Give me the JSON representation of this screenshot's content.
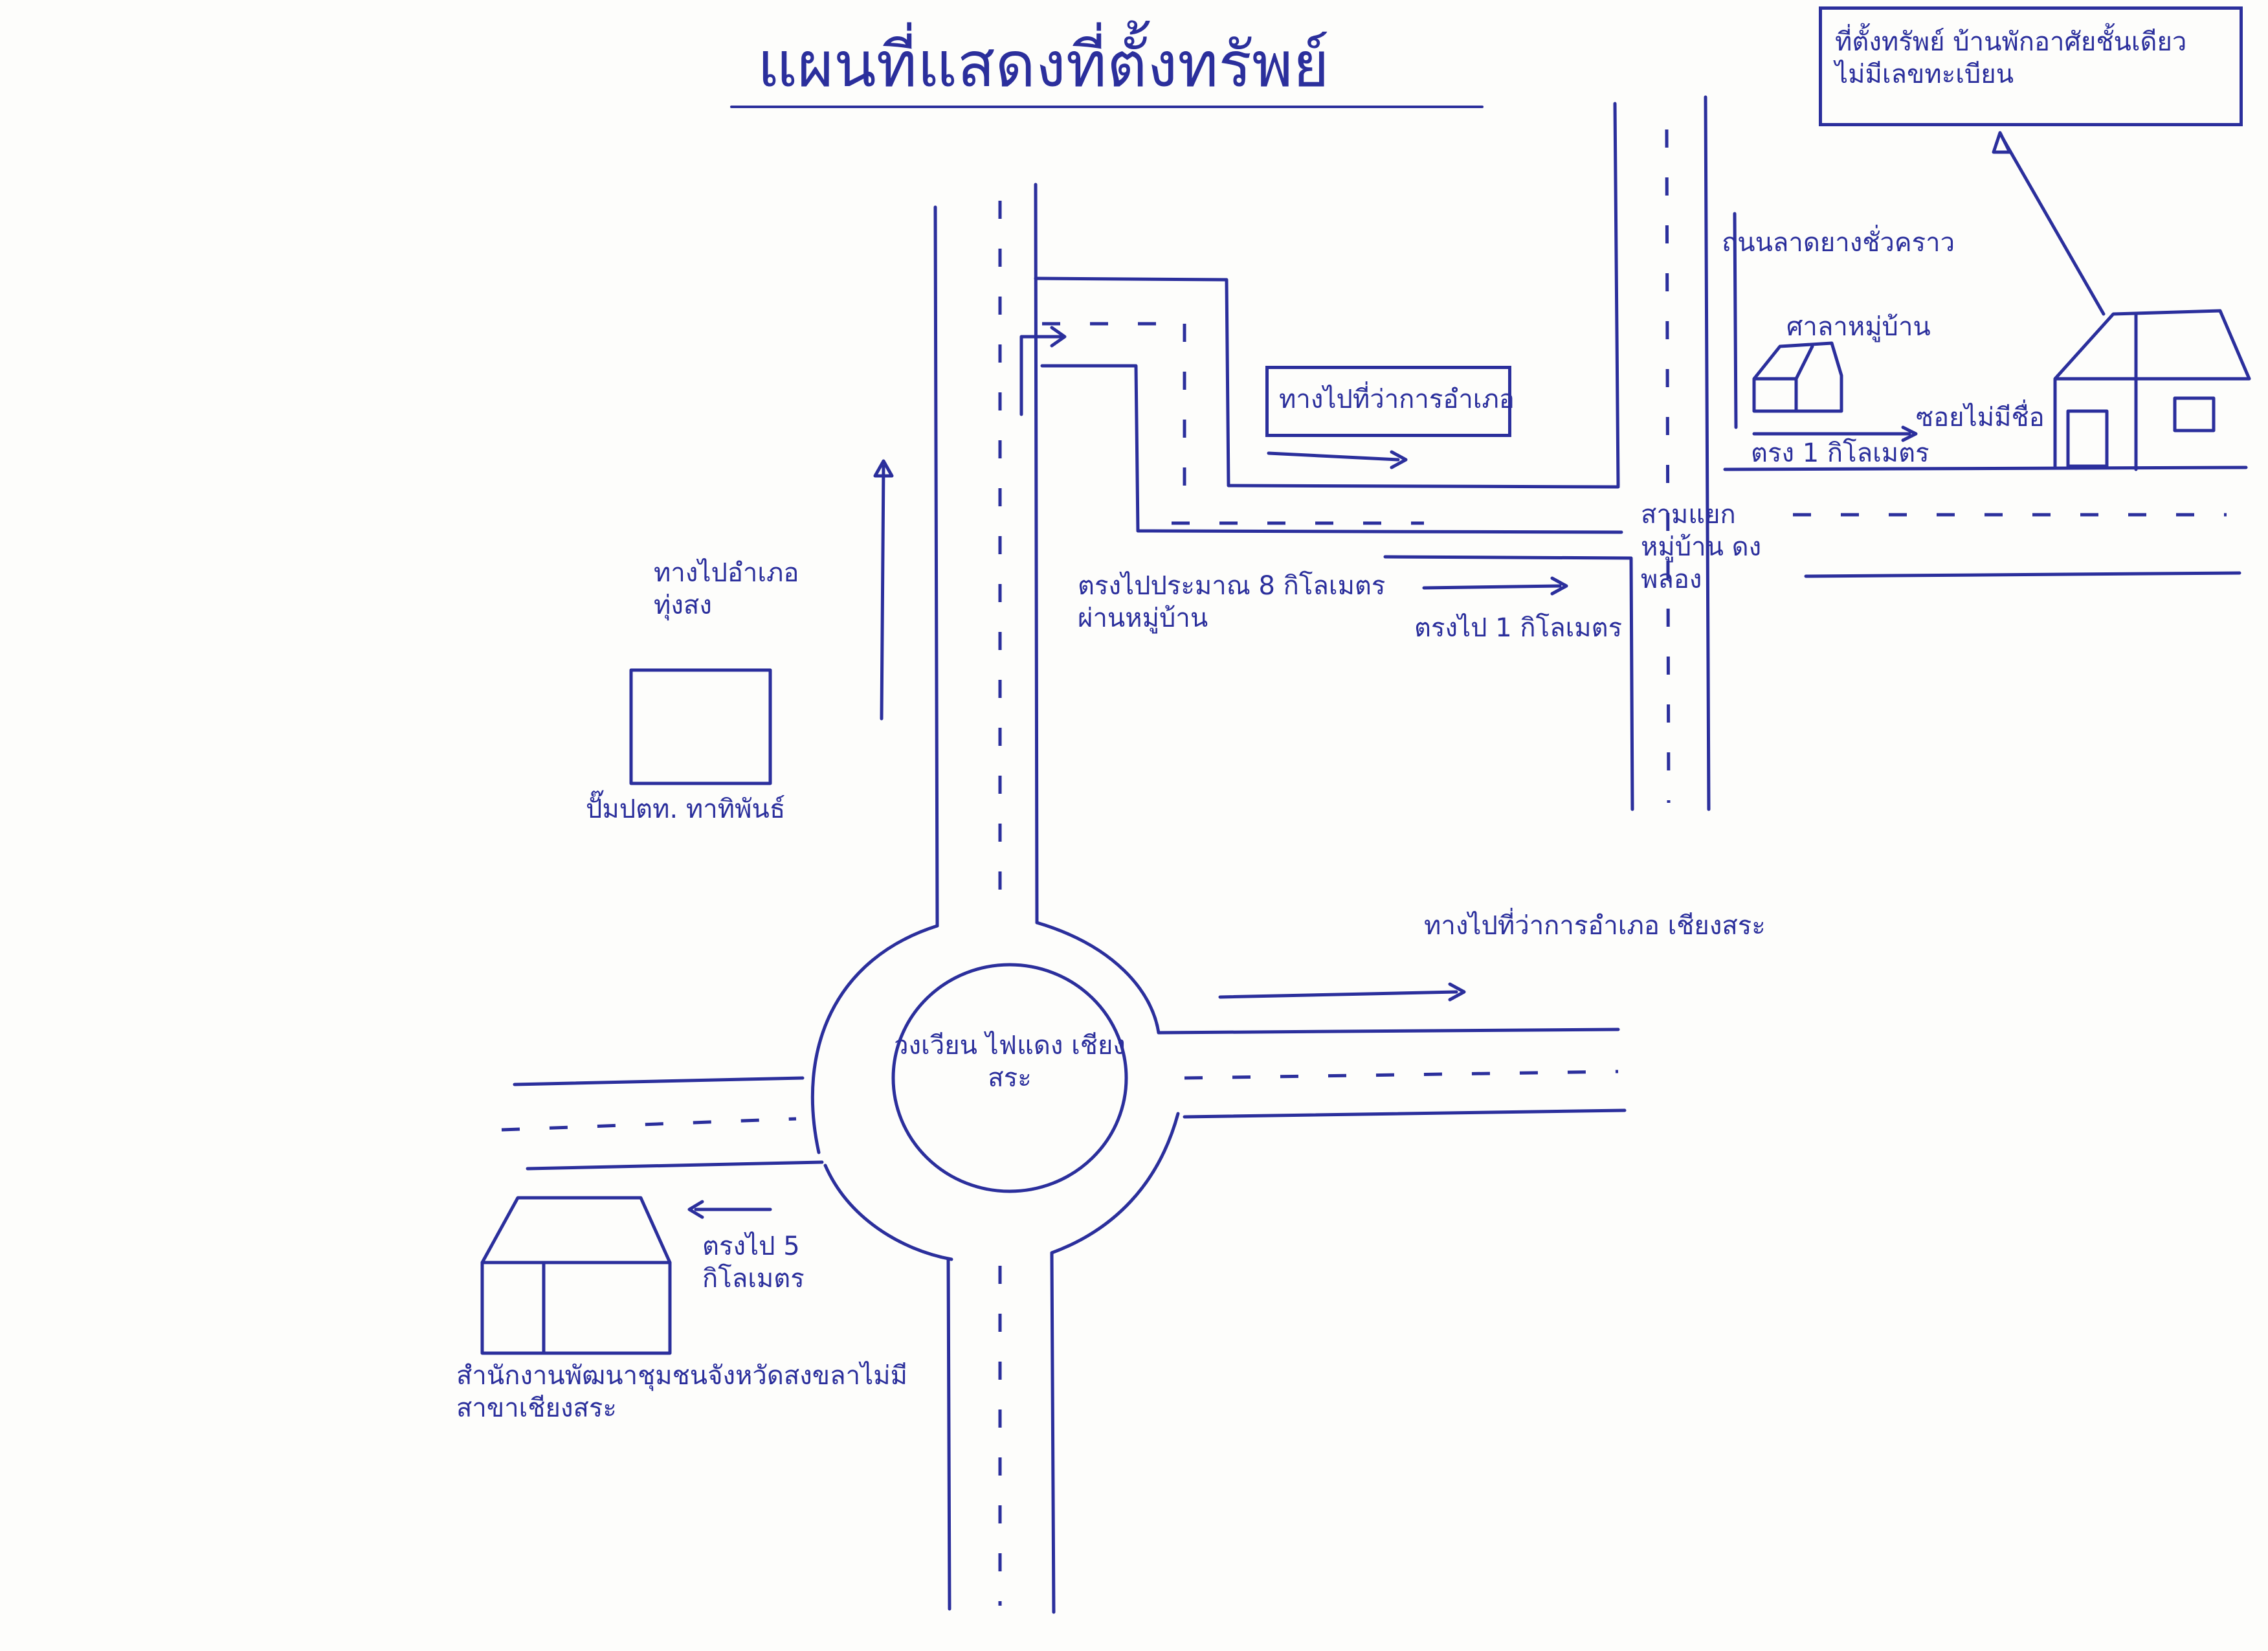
{
  "map": {
    "title": "แผนที่แสดงที่ตั้งทรัพย์",
    "property_note": "ที่ตั้งทรัพย์ บ้านพักอาศัยชั้นเดียว ไม่มีเลขทะเบียน",
    "road_label_to_property": "ถนนลาดยางชั่วคราว",
    "village_hall": "ศาลาหมู่บ้าน",
    "straight_1km_right": "ตรง 1 กิโลเมตร",
    "soi_no_sign": "ซอยไม่มีชื่อ",
    "junction": "สามแยก หมู่บ้าน ดงพลอง",
    "to_district_office": "ทางไปที่ว่าการอำเภอ",
    "straight_8km": "ตรงไปประมาณ 8 กิโลเมตร ผ่านหมู่บ้าน",
    "straight_1km_mid": "ตรงไป 1 กิโลเมตร",
    "to_tung_song": "ทางไปอำเภอ ทุ่งสง",
    "gas_station": "ปั๊มปตท. ทาทิพันธ์",
    "roundabout": "วงเวียน ไฟแดง เชียงสระ",
    "to_chiang_sa": "ทางไปที่ว่าการอำเภอ เชียงสระ",
    "straight_5km": "ตรงไป 5 กิโลเมตร",
    "bank_office": "สำนักงานพัฒนาชุมชนจังหวัดสงขลาไม่มี สาขาเชียงสระ"
  }
}
